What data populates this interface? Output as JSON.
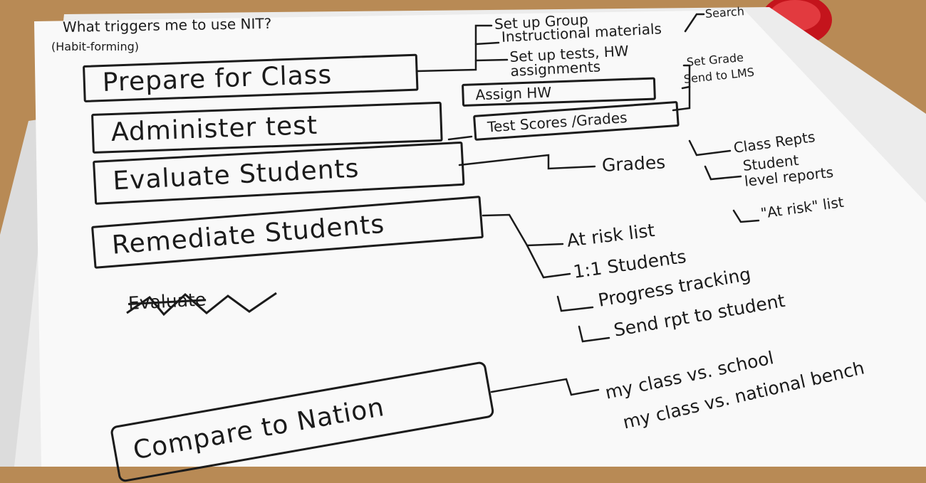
{
  "title": "What triggers me to use NIT?",
  "subtitle": "(Habit-forming)",
  "crossed_out": "Evaluate",
  "stages": [
    {
      "label": "Prepare for Class"
    },
    {
      "label": "Administer test"
    },
    {
      "label": "Evaluate Students"
    },
    {
      "label": "Remediate Students"
    },
    {
      "label": "Compare to Nation"
    }
  ],
  "prepare_branches": [
    "Set up Group",
    "Instructional materials",
    "Set up tests, HW assignments"
  ],
  "search": "Search",
  "assign_hw": "Assign HW",
  "test_scores": "Test Scores /Grades",
  "score_branches": [
    "Set Grade",
    "Send to LMS"
  ],
  "grades": "Grades",
  "grade_reports": [
    "Class Repts",
    "Student level reports",
    "\"At risk\" list"
  ],
  "remediate_branches": [
    "At risk list",
    "1:1 Students",
    "Progress tracking",
    "Send rpt to student"
  ],
  "compare_branches": [
    "my class vs. school",
    "my class vs. national bench"
  ]
}
